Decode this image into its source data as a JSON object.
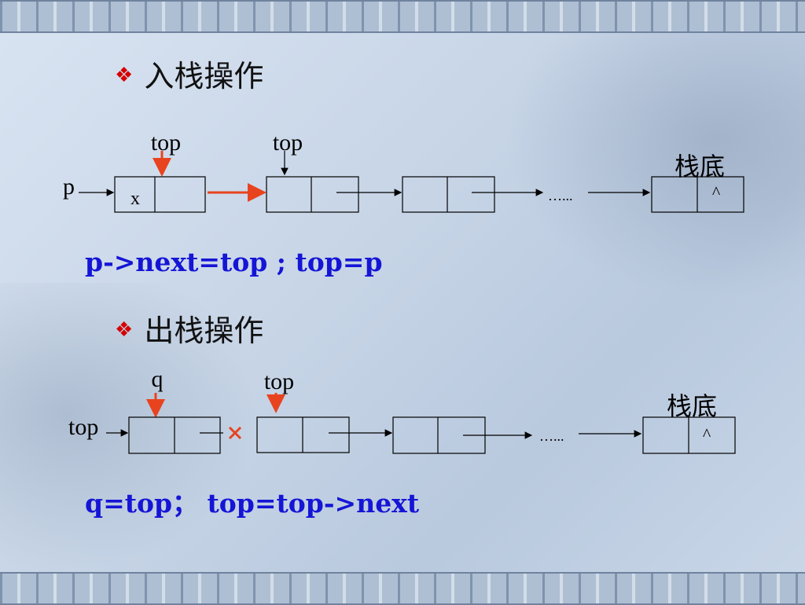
{
  "section1": {
    "bullet_icon": "diamond-bullet-icon",
    "title": "入栈操作",
    "code": "p->next=top ; top=p"
  },
  "section2": {
    "bullet_icon": "diamond-bullet-icon",
    "title": "出栈操作",
    "code": "q=top；  top=top->next"
  },
  "diagram1": {
    "labels": {
      "top_new": "top",
      "top_old": "top",
      "p": "p",
      "bottom": "栈底",
      "node1_data": "x",
      "ellipsis": "…...",
      "null_mark": "^"
    }
  },
  "diagram2": {
    "labels": {
      "q": "q",
      "top_new": "top",
      "top_old": "top",
      "bottom": "栈底",
      "ellipsis": "…...",
      "null_mark": "^",
      "cut_icon": "x-mark-icon"
    }
  },
  "colors": {
    "code_blue": "#1515d6",
    "bullet_red": "#d40000",
    "arrow_red": "#e8431f"
  }
}
